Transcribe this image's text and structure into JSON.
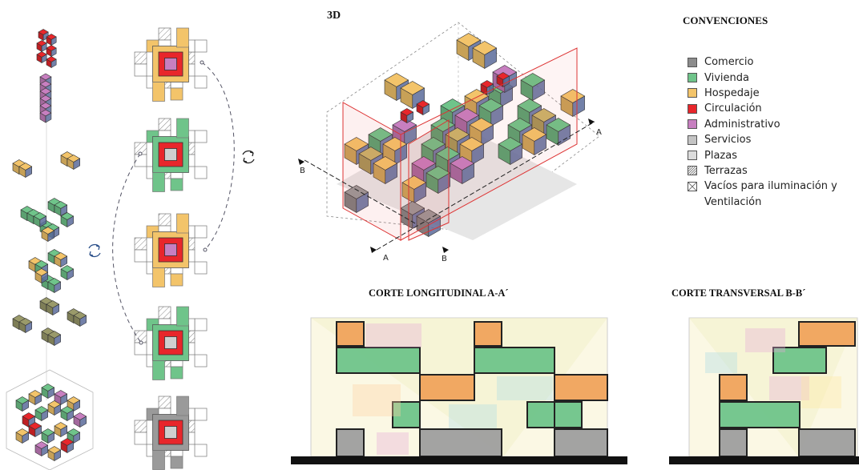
{
  "titles": {
    "view3d": "3D",
    "legend": "CONVENCIONES",
    "section_long": "CORTE LONGITUDINAL A-A´",
    "section_trans": "CORTE TRANSVERSAL B-B´"
  },
  "section_markers": {
    "a": "A",
    "b": "B"
  },
  "legend": [
    {
      "label": "Comercio",
      "color": "#8c8c8c",
      "pattern": "solid"
    },
    {
      "label": "Vivienda",
      "color": "#6fc48a",
      "pattern": "solid"
    },
    {
      "label": "Hospedaje",
      "color": "#f3c46a",
      "pattern": "solid"
    },
    {
      "label": "Circulación",
      "color": "#e8262b",
      "pattern": "solid"
    },
    {
      "label": "Administrativo",
      "color": "#c77fc0",
      "pattern": "solid"
    },
    {
      "label": "Servicios",
      "color": "#c4c4c4",
      "pattern": "solid"
    },
    {
      "label": "Plazas",
      "color": "#dcdcdc",
      "pattern": "solid"
    },
    {
      "label": "Terrazas",
      "color": "#ffffff",
      "pattern": "hatch"
    },
    {
      "label": "Vacíos para iluminación y",
      "label2": "Ventilación",
      "color": "#ffffff",
      "pattern": "cross"
    }
  ],
  "colors": {
    "comercio": "#8c8c8c",
    "vivienda": "#6fc48a",
    "hospedaje": "#f3c46a",
    "circulacion": "#e8262b",
    "administrativo": "#c77fc0",
    "servicios": "#c4c4c4",
    "plazas": "#dcdcdc",
    "section_plane": "#d33",
    "ground": "#111111"
  },
  "icons": [
    "rotate-icon",
    "rotate-icon"
  ]
}
